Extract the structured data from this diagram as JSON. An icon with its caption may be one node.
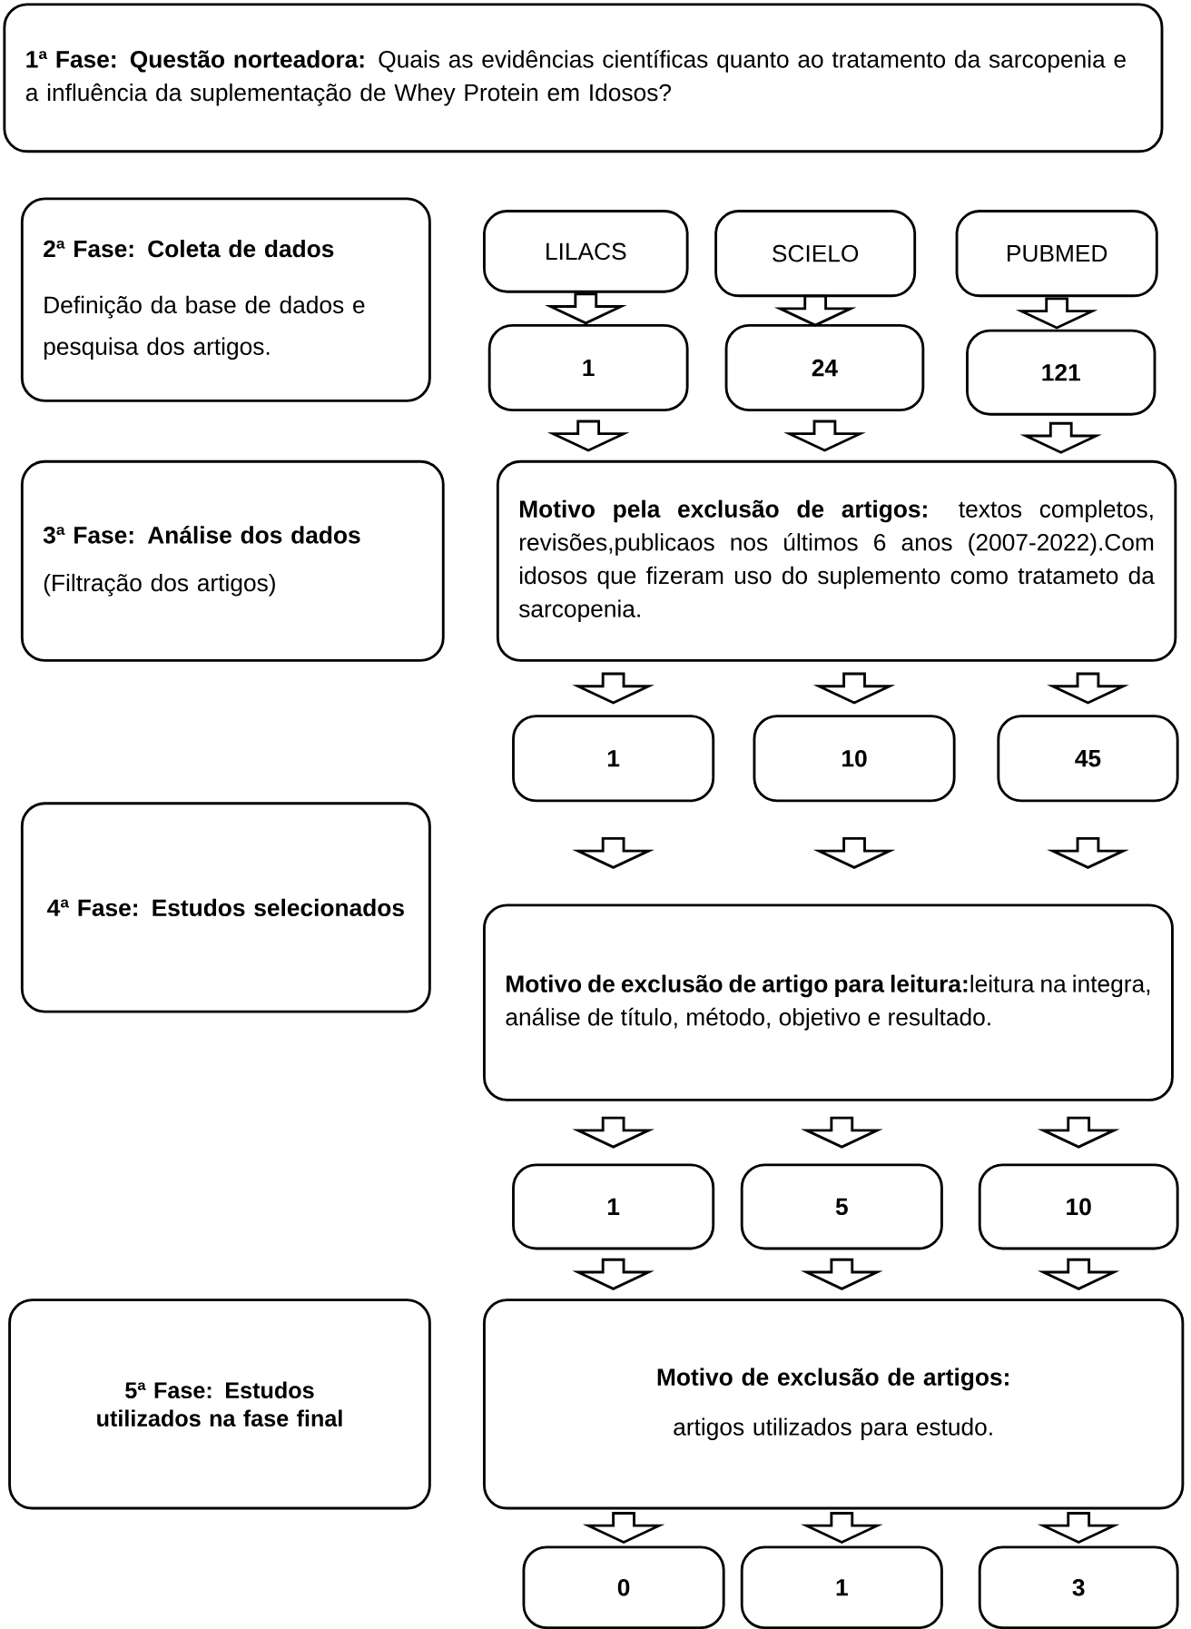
{
  "diagram": {
    "nodes": [
      {
        "text": [
          "**1ª Fase: Questão norteadora:** Quais as evidências científicas quanto ao tratamento da sarcopenia e a influência da suplementação de Whey Protein em Idosos?"
        ]
      },
      {
        "text": [
          "2ª Fase: Coleta de dados",
          "Definição da base de dados e pesquisa dos artigos."
        ]
      },
      {
        "text": [
          "LILACS"
        ]
      },
      {
        "text": [
          "SCIELO"
        ]
      },
      {
        "text": [
          "PUBMED"
        ]
      },
      {
        "text": [
          "1"
        ]
      },
      {
        "text": [
          "24"
        ]
      },
      {
        "text": [
          "121"
        ]
      },
      {
        "text": [
          "3ª Fase: Análise dos dados",
          "(Filtração dos artigos)"
        ]
      },
      {
        "text": [
          "**Motivo pela exclusão de artigos:** textos completos, revisões,publicaos nos últimos 6 anos (2007-2022).Com idosos que fizeram uso do suplemento como tratameto da sarcopenia."
        ]
      },
      {
        "text": [
          "1"
        ]
      },
      {
        "text": [
          "10"
        ]
      },
      {
        "text": [
          "45"
        ]
      },
      {
        "text": [
          "4ª Fase: Estudos selecionados"
        ]
      },
      {
        "text": [
          "**Motivo de exclusão de artigo para leitura:**leitura na integra, análise de título, método, objetivo e resultado."
        ]
      },
      {
        "text": [
          "1"
        ]
      },
      {
        "text": [
          "5"
        ]
      },
      {
        "text": [
          "10"
        ]
      },
      {
        "text": [
          "5ª Fase: Estudos utilizados na fase final"
        ]
      },
      {
        "text": [
          "**Motivo de exclusão de artigos:** artigos utilizados para estudo."
        ]
      },
      {
        "text": [
          "0"
        ]
      },
      {
        "text": [
          "1"
        ]
      },
      {
        "text": [
          "3"
        ]
      }
    ],
    "edges": [
      {
        "from": 2,
        "to": 5,
        "arrow": "to"
      },
      {
        "from": 3,
        "to": 6,
        "arrow": "to"
      },
      {
        "from": 4,
        "to": 7,
        "arrow": "to"
      },
      {
        "from": 5,
        "to": 9,
        "arrow": "to"
      },
      {
        "from": 6,
        "to": 9,
        "arrow": "to"
      },
      {
        "from": 7,
        "to": 9,
        "arrow": "to"
      },
      {
        "from": 9,
        "to": 10,
        "arrow": "to"
      },
      {
        "from": 9,
        "to": 11,
        "arrow": "to"
      },
      {
        "from": 9,
        "to": 12,
        "arrow": "to"
      },
      {
        "from": 10,
        "to": 14,
        "arrow": "to"
      },
      {
        "from": 11,
        "to": 14,
        "arrow": "to"
      },
      {
        "from": 12,
        "to": 14,
        "arrow": "to"
      },
      {
        "from": 14,
        "to": 15,
        "arrow": "to"
      },
      {
        "from": 14,
        "to": 16,
        "arrow": "to"
      },
      {
        "from": 14,
        "to": 17,
        "arrow": "to"
      },
      {
        "from": 15,
        "to": 19,
        "arrow": "to"
      },
      {
        "from": 16,
        "to": 19,
        "arrow": "to"
      },
      {
        "from": 17,
        "to": 19,
        "arrow": "to"
      },
      {
        "from": 19,
        "to": 20,
        "arrow": "to"
      },
      {
        "from": 19,
        "to": 21,
        "arrow": "to"
      },
      {
        "from": 19,
        "to": 22,
        "arrow": "to"
      }
    ]
  }
}
